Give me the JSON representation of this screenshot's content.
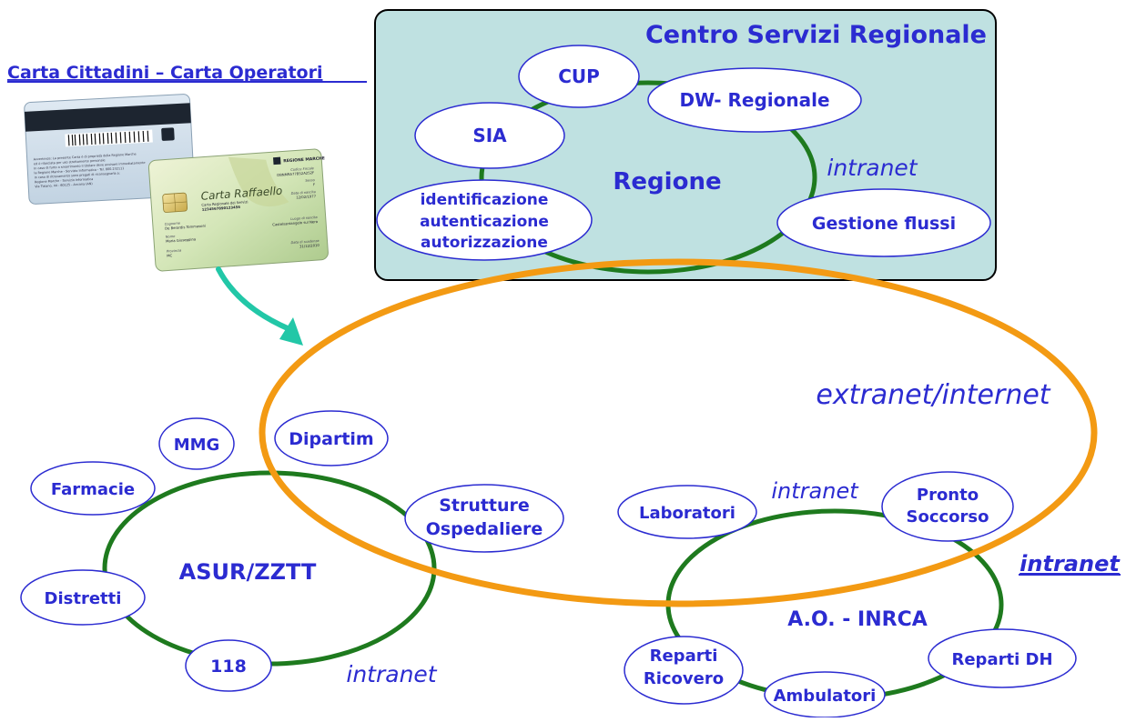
{
  "colors": {
    "text": "#2b2bd1",
    "ring": "#1e7a1e",
    "extranet": "#f39a13",
    "panel": "#bfe1e1",
    "arrow": "#22c7a7"
  },
  "card": {
    "link_label": "Carta Cittadini – Carta Operatori",
    "front_title": "Carta Raffaello",
    "front_subtitle": "Carta Regionale dei Servizi",
    "front_number": "1234567890123456",
    "region_label": "REGIONE MARCHE",
    "surname_label": "Cognome",
    "surname_value": "De Berardis Tommasoni",
    "name_label": "Nome",
    "name_value": "Maria Giuseppina",
    "province_label": "Provincia",
    "province_value": "MC",
    "fiscal_label": "Codice Fiscale",
    "fiscal_value": "DBNMRA77B52A252F",
    "sex_label": "Sesso",
    "sex_value": "F",
    "birth_label": "Data di nascita",
    "birth_value": "12/02/1977",
    "place_label": "Luogo di nascita",
    "place_value": "Castelsantangelo sul Nera",
    "expiry_label": "Data di scadenza",
    "expiry_value": "31/12/2010",
    "back_text_1": "Avvertenze: La presente Carta è di proprietà della Regione Marche",
    "back_text_2": "ed è rilasciata per uso strettamente personale",
    "back_text_3": "In caso di furto o smarrimento il titolare deve avvisare immediatamente",
    "back_text_4": "la Regione Marche - Servizio Informatica - Tel. 800.232111",
    "back_text_5": "In caso di ritrovamento sono pregati di riconsegnarla a:",
    "back_text_6": "Regione Marche - Servizio Informatica",
    "back_text_7": "Via Tiziano, 44 - 60125 - Ancona (AN)"
  },
  "region_panel": {
    "title": "Centro Servizi Regionale",
    "center_label": "Regione",
    "intranet_label": "intranet",
    "nodes": {
      "cup": "CUP",
      "dw": "DW- Regionale",
      "sia": "SIA",
      "iaa_1": "identificazione",
      "iaa_2": "autenticazione",
      "iaa_3": "autorizzazione",
      "flussi": "Gestione flussi"
    }
  },
  "extranet_label": "extranet/internet",
  "asur": {
    "center_label": "ASUR/ZZTT",
    "intranet_label": "intranet",
    "nodes": {
      "mmg": "MMG",
      "dipartim": "Dipartim",
      "farmacie": "Farmacie",
      "strutture_1": "Strutture",
      "strutture_2": "Ospedaliere",
      "distretti": "Distretti",
      "n118": "118"
    }
  },
  "inrca": {
    "center_label": "A.O. - INRCA",
    "intranet_label": "intranet",
    "side_intranet_label": "intranet",
    "nodes": {
      "laboratori": "Laboratori",
      "pronto_1": "Pronto",
      "pronto_2": "Soccorso",
      "ricovero_1": "Reparti",
      "ricovero_2": "Ricovero",
      "dh": "Reparti DH",
      "ambulatori": "Ambulatori"
    }
  }
}
